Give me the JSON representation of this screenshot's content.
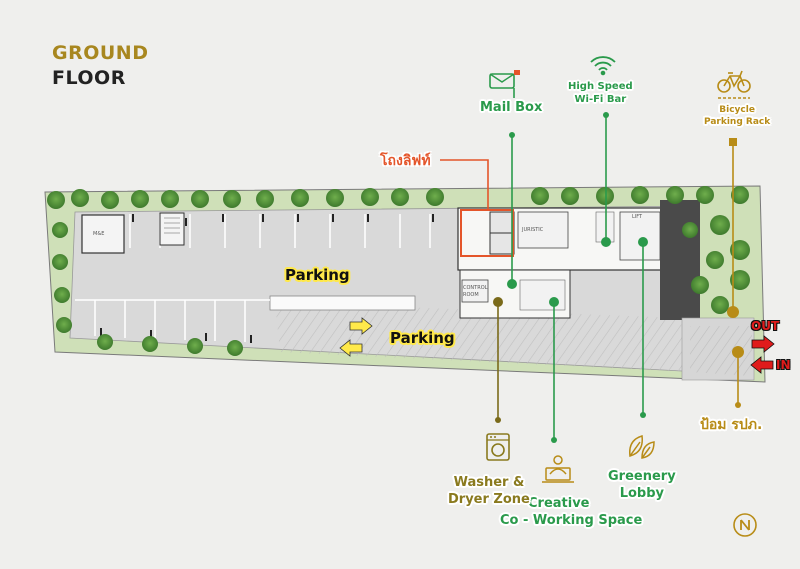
{
  "title": {
    "line1": "GROUND",
    "line2": "FLOOR"
  },
  "labels": {
    "mailbox": "Mail Box",
    "wifi_line1": "High Speed",
    "wifi_line2": "Wi-Fi Bar",
    "bicycle_line1": "Bicycle",
    "bicycle_line2": "Parking Rack",
    "lift_lobby": "โถงลิฟท์",
    "parking_upper": "Parking",
    "parking_lower": "Parking",
    "out": "OUT",
    "in": "IN",
    "guard": "ป้อม รปภ.",
    "washer_line1": "Washer &",
    "washer_line2": "Dryer Zone",
    "cowork_line1": "Creative",
    "cowork_line2": "Co - Working Space",
    "greenery_line1": "Greenery",
    "greenery_line2": "Lobby"
  },
  "rooms": {
    "me": "M&E",
    "juristic": "JURISTIC",
    "control_room": "CONTROL ROOM",
    "lift_sign": "LIFT"
  },
  "icons": {
    "mailbox": "mailbox-icon",
    "wifi": "wifi-icon",
    "bicycle": "bicycle-icon",
    "washer": "washing-machine-icon",
    "cowork": "laptop-person-icon",
    "greenery": "leaves-icon",
    "north": "north-arrow-icon"
  },
  "colors": {
    "green_label": "#2a9a4b",
    "gold_label": "#b88c17",
    "olive_label": "#8a7a1e",
    "lift_highlight": "#e4552a",
    "parking_highlight": "#ffe94a",
    "in_out": "#e01b1b"
  }
}
